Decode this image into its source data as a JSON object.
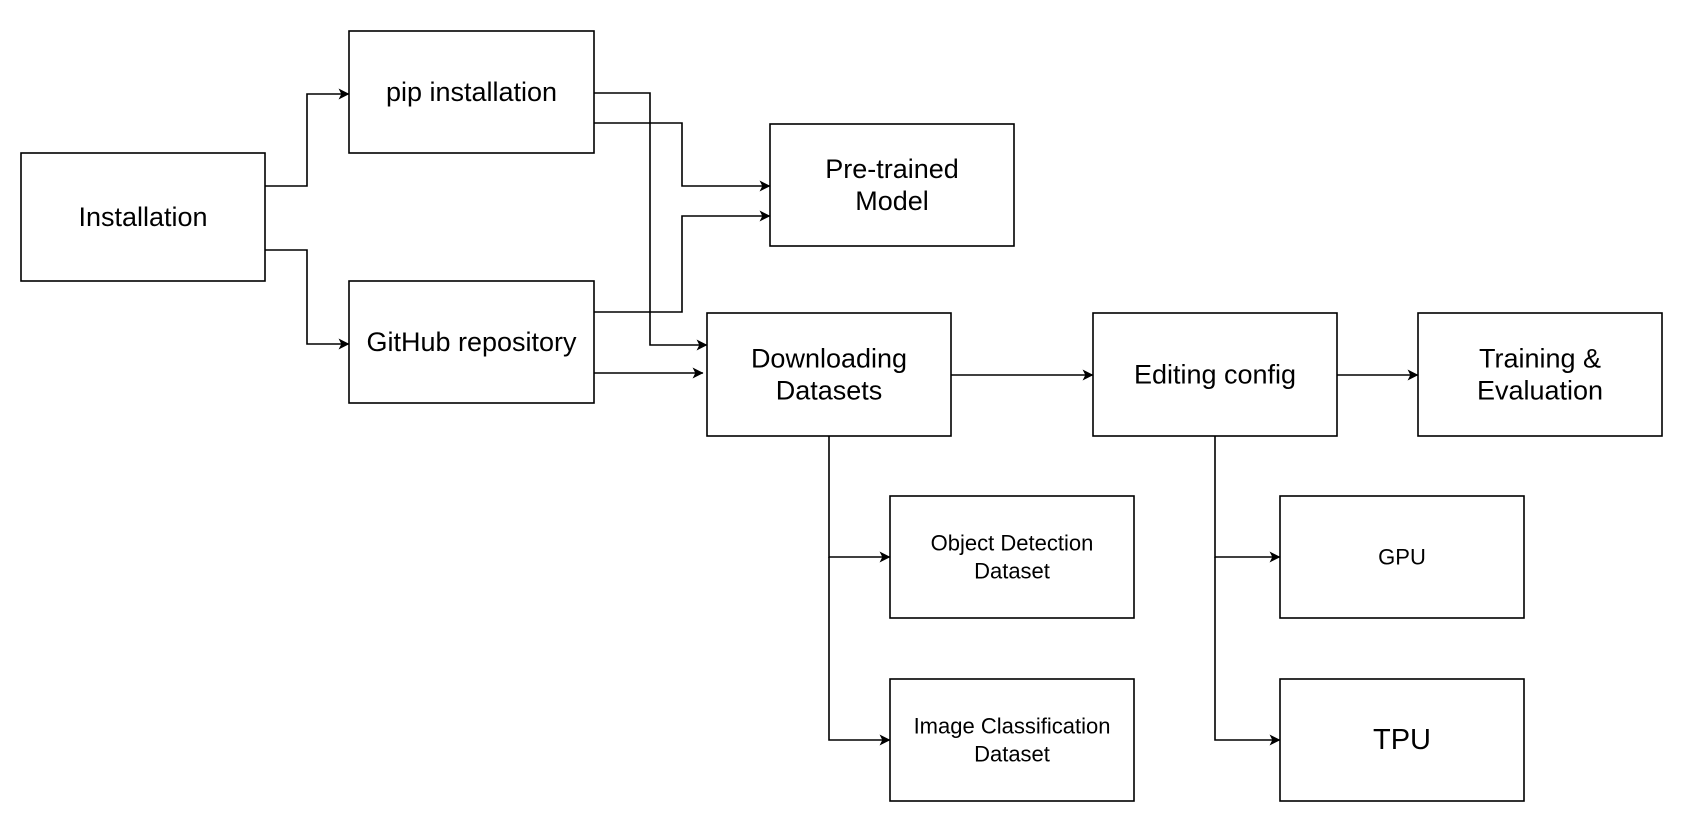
{
  "diagram": {
    "nodes": {
      "installation": [
        "Installation"
      ],
      "pip": [
        "pip installation"
      ],
      "github": [
        "GitHub repository"
      ],
      "pretrained": [
        "Pre-trained",
        "Model"
      ],
      "downloading": [
        "Downloading",
        "Datasets"
      ],
      "editing": [
        "Editing config"
      ],
      "training": [
        "Training &",
        "Evaluation"
      ],
      "objdet": [
        "Object Detection",
        "Dataset"
      ],
      "imgcls": [
        "Image Classification",
        "Dataset"
      ],
      "gpu": [
        "GPU"
      ],
      "tpu": [
        "TPU"
      ]
    }
  }
}
